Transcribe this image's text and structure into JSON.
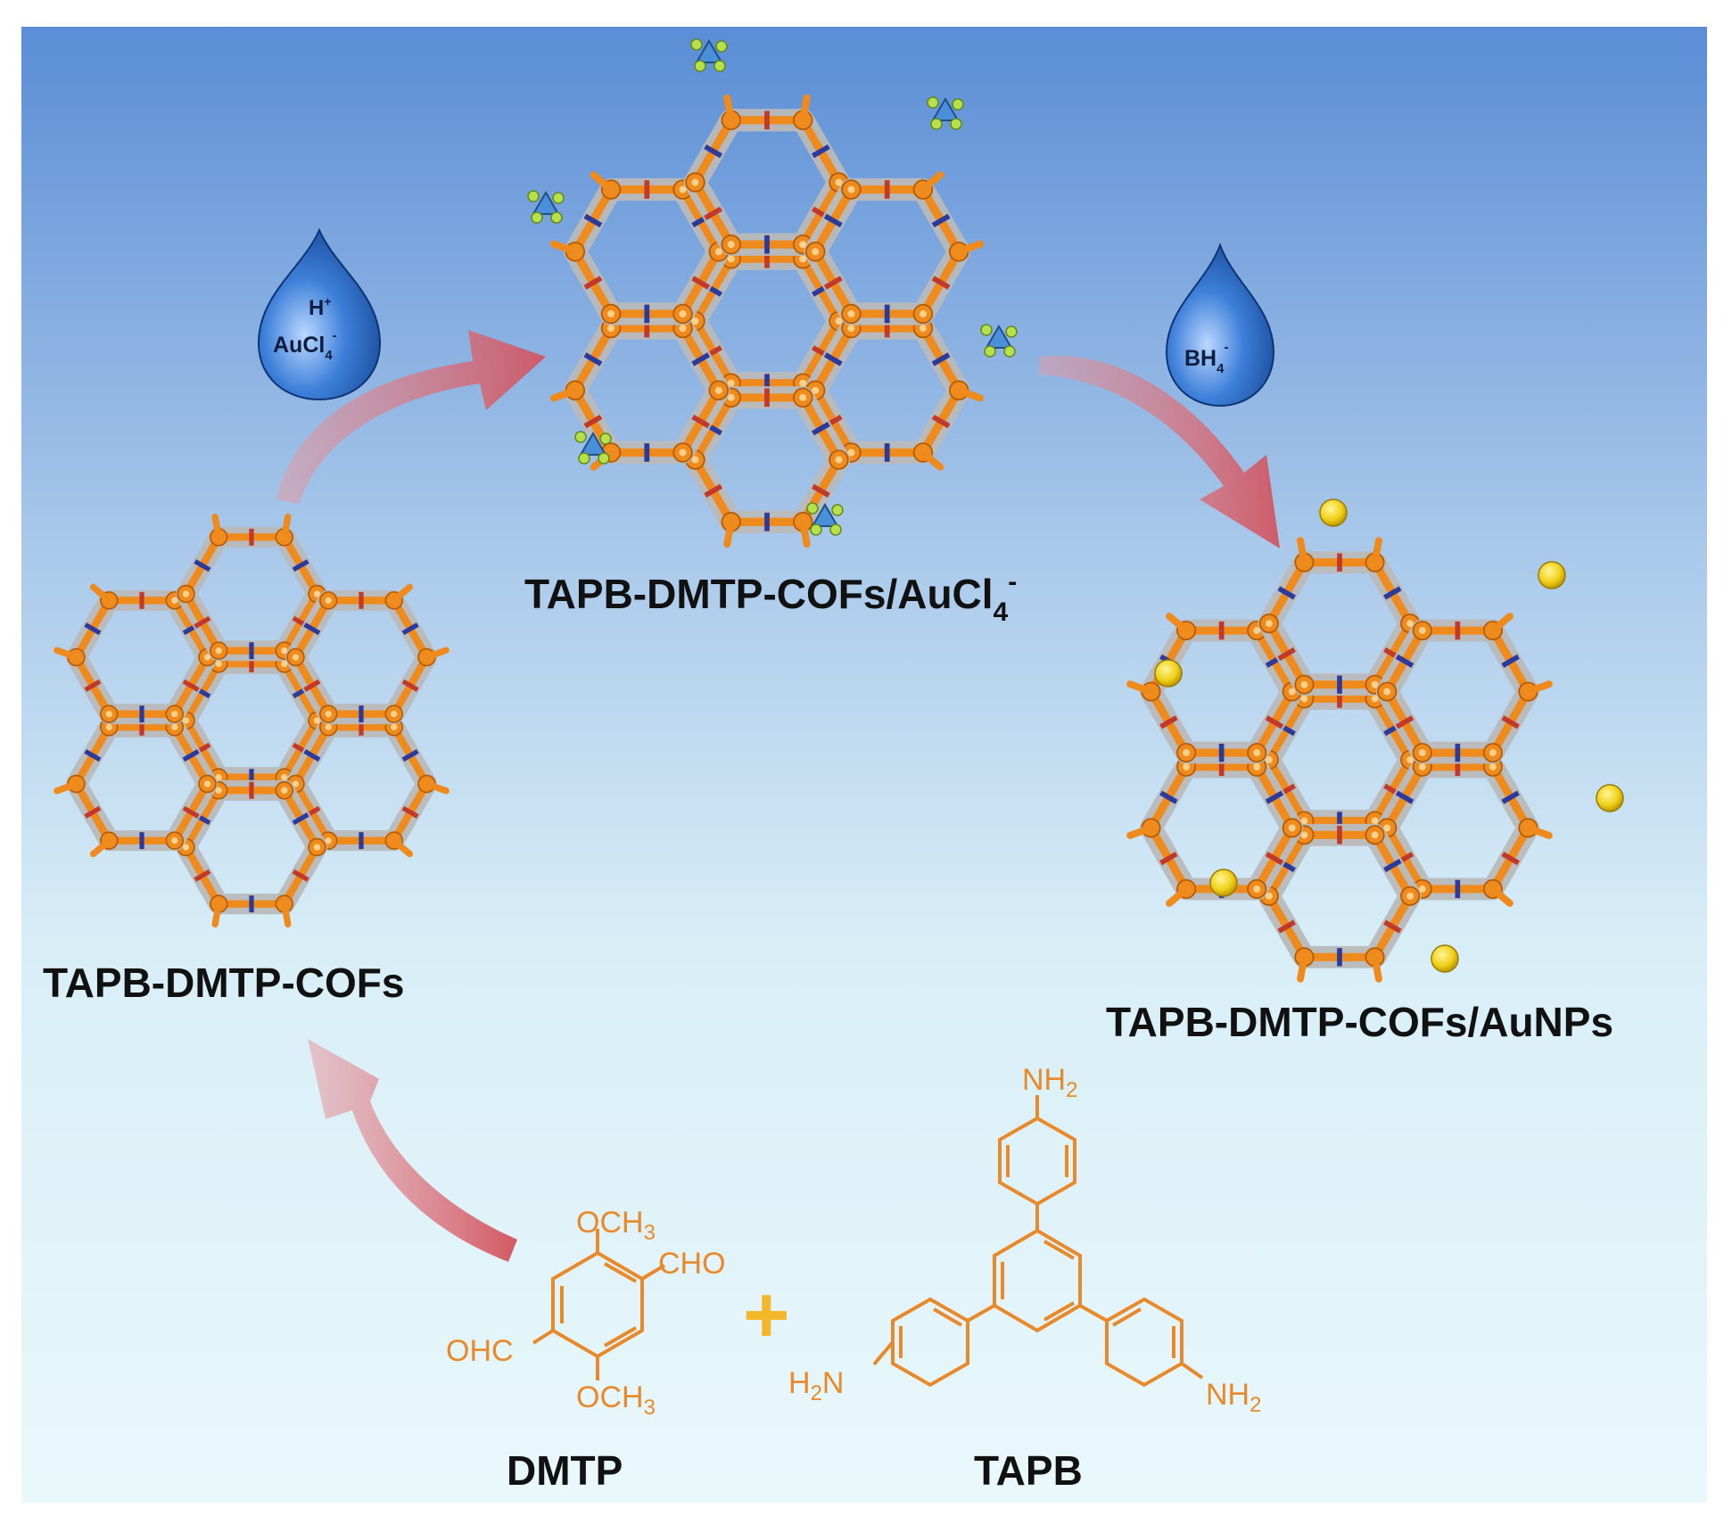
{
  "labels": {
    "cof": "TAPB-DMTP-COFs",
    "cof_aucl_main": "TAPB-DMTP-COFs/AuCl",
    "cof_aucl_sub": "4",
    "cof_aucl_sup": "-",
    "cof_aunps": "TAPB-DMTP-COFs/AuNPs",
    "dmtp": "DMTP",
    "tapb": "TAPB"
  },
  "reagents": {
    "step1": {
      "line1": "H",
      "line1_sup": "+",
      "line2": "AuCl",
      "line2_sub": "4",
      "line2_sup": "-"
    },
    "step2": {
      "main": "BH",
      "sub": "4",
      "sup": "-"
    }
  },
  "dmtp_groups": {
    "top": "OCH",
    "top_sub": "3",
    "right": "CHO",
    "left": "OHC",
    "bottom": "OCH",
    "bottom_sub": "3"
  },
  "tapb_groups": {
    "top": "NH",
    "top_sub": "2",
    "left_pre": "H",
    "left_pre_sub": "2",
    "left": "N",
    "right": "NH",
    "right_sub": "2"
  },
  "plus": "+",
  "colors": {
    "bg_top": "#5b8fd6",
    "bg_bottom": "#e6f7fb",
    "arrow": "#d9606a",
    "framework": "#ef8a1c",
    "wall": "#b9b9b9",
    "stripe": "#2c3a9c",
    "gold": "#f2d21a",
    "drop": "#1f5bb8",
    "chem": "#e8892a",
    "text": "#111111"
  }
}
